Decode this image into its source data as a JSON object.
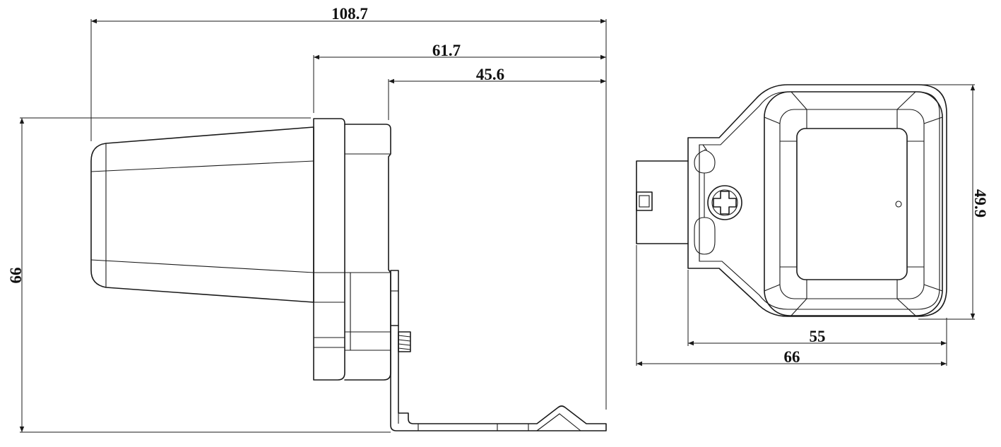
{
  "dimensions": {
    "side_view": {
      "overall_length": "108.7",
      "housing_length": "61.7",
      "bracket_length": "45.6",
      "height": "66"
    },
    "front_view": {
      "mount_width": "55",
      "overall_width": "66",
      "height": "49.9"
    }
  },
  "colors": {
    "line": "#1a1a1a",
    "background": "#ffffff"
  }
}
